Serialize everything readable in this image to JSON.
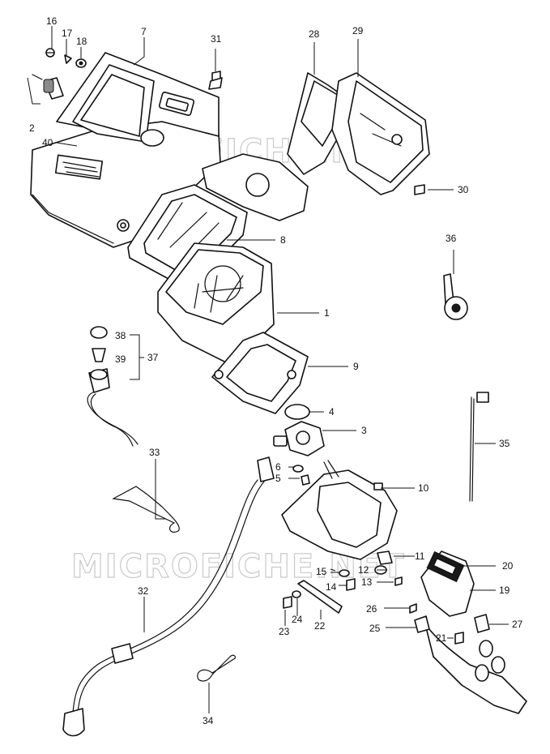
{
  "watermark": "MICROFICHE.NET",
  "parts": {
    "p1": "1",
    "p2": "2",
    "p3": "3",
    "p4": "4",
    "p5": "5",
    "p6": "6",
    "p7": "7",
    "p8": "8",
    "p9": "9",
    "p10": "10",
    "p11": "11",
    "p12": "12",
    "p13": "13",
    "p14": "14",
    "p15": "15",
    "p16": "16",
    "p17": "17",
    "p18": "18",
    "p19": "19",
    "p20": "20",
    "p21": "21",
    "p22": "22",
    "p23": "23",
    "p24": "24",
    "p25": "25",
    "p26": "26",
    "p27": "27",
    "p28": "28",
    "p29": "29",
    "p30": "30",
    "p31": "31",
    "p32": "32",
    "p33": "33",
    "p34": "34",
    "p35": "35",
    "p36": "36",
    "p37": "37",
    "p38": "38",
    "p39": "39",
    "p40": "40"
  }
}
